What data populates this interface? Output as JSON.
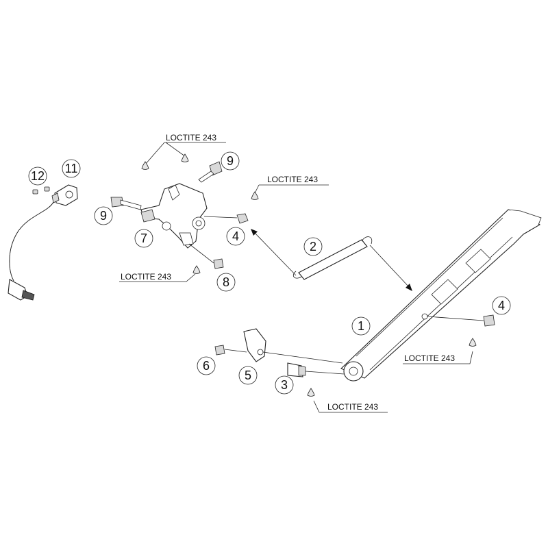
{
  "diagram": {
    "title": "Side stand exploded parts diagram",
    "loctite_labels": [
      "LOCTITE 243",
      "LOCTITE 243",
      "LOCTITE 243",
      "LOCTITE 243",
      "LOCTITE 243"
    ],
    "callouts": [
      "1",
      "2",
      "3",
      "4",
      "4",
      "5",
      "6",
      "7",
      "8",
      "9",
      "9",
      "11",
      "12"
    ]
  }
}
